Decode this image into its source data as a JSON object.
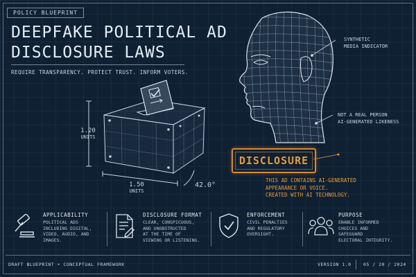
{
  "header": {
    "tag": "POLICY BLUEPRINT",
    "title_line1": "DEEPFAKE POLITICAL AD",
    "title_line2": "DISCLOSURE LAWS",
    "subtitle": "REQUIRE TRANSPARENCY. PROTECT TRUST. INFORM VOTERS."
  },
  "ballot_box": {
    "height_value": "1.20",
    "height_unit": "UNITS",
    "width_value": "1.50",
    "width_unit": "UNITS",
    "angle": "42.0°"
  },
  "head_callouts": {
    "synthetic": [
      "SYNTHETIC",
      "MEDIA INDICATOR"
    ],
    "not_real": [
      "NOT A REAL PERSON",
      "AI-GENERATED LIKENESS"
    ]
  },
  "disclosure": {
    "label": "DISCLOSURE",
    "lines": [
      "THIS AD CONTAINS AI-GENERATED",
      "APPEARANCE OR VOICE.",
      "CREATED WITH AI TECHNOLOGY."
    ],
    "accent_color": "#e89a36"
  },
  "panels": [
    {
      "icon": "gavel-icon",
      "title": "APPLICABILITY",
      "lines": [
        "POLITICAL ADS",
        "INCLUDING DIGITAL,",
        "VIDEO, AUDIO, AND",
        "IMAGES."
      ]
    },
    {
      "icon": "document-icon",
      "title": "DISCLOSURE FORMAT",
      "lines": [
        "CLEAR, CONSPICUOUS,",
        "AND UNOBSTRUCTED",
        "AT THE TIME OF",
        "VIEWING OR LISTENING."
      ]
    },
    {
      "icon": "shield-check-icon",
      "title": "ENFORCEMENT",
      "lines": [
        "CIVIL PENALTIES",
        "AND REGULATORY",
        "OVERSIGHT."
      ]
    },
    {
      "icon": "people-icon",
      "title": "PURPOSE",
      "lines": [
        "ENABLE INFORMED",
        "CHOICES AND",
        "SAFEGUARD",
        "ELECTORAL INTEGRITY."
      ]
    }
  ],
  "footer": {
    "left": "DRAFT BLUEPRINT • CONCEPTUAL FRAMEWORK",
    "version": "VERSION 1.0",
    "date": "05 / 20 / 2024"
  },
  "colors": {
    "background": "#0f2033",
    "line": "#c9d5e2",
    "accent": "#e89a36"
  }
}
